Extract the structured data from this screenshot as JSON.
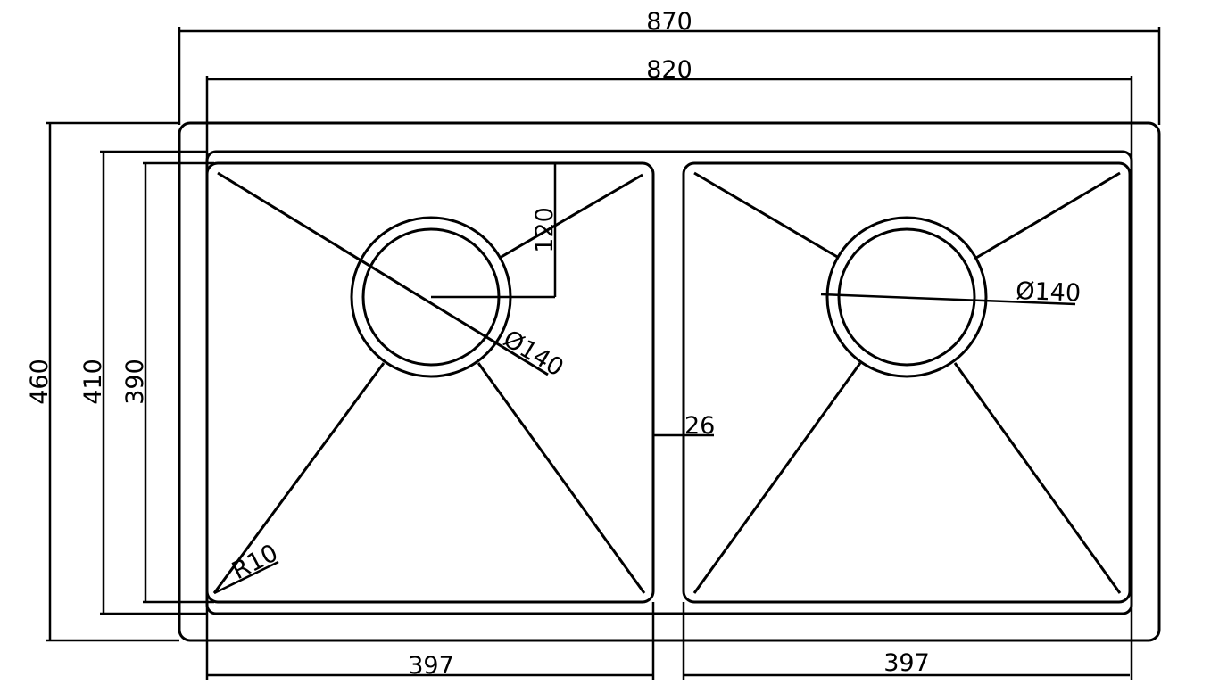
{
  "drawing": {
    "title": "Double bowl sink dimension drawing",
    "stroke_color": "#000000",
    "background": "#ffffff",
    "dimensions": {
      "overall_width": "870",
      "flange_width": "820",
      "overall_depth": "460",
      "flange_depth": "410",
      "bowl_depth": "390",
      "left_bowl_width": "397",
      "right_bowl_width": "397",
      "drain_offset": "120",
      "left_drain_diameter": "Ø140",
      "right_drain_diameter": "Ø140",
      "divider_width": "26",
      "corner_radius": "R10"
    }
  }
}
